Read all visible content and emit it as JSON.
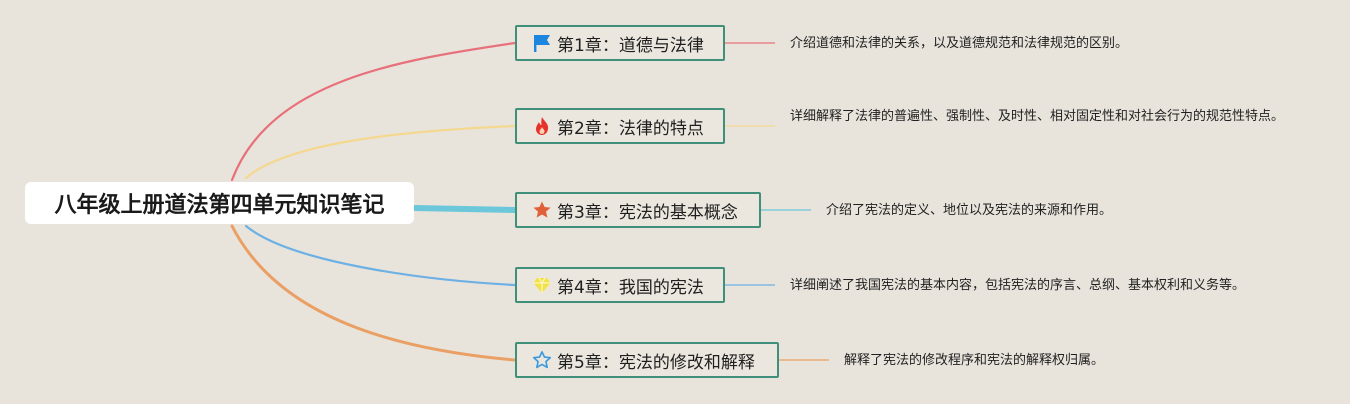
{
  "title": "八年级上册道法第四单元知识笔记",
  "chapters": [
    {
      "label": "第1章：道德与法律",
      "description": "介绍道德和法律的关系，以及道德规范和法律规范的区别。",
      "icon": "flag-icon",
      "icon_color": "#1f86e0",
      "branch_color": "#e8707a"
    },
    {
      "label": "第2章：法律的特点",
      "description": "详细解释了法律的普遍性、强制性、及时性、相对固定性和对社会行为的规范性特点。",
      "icon": "fire-icon",
      "icon_color": "#e8302a",
      "branch_color": "#f5d890"
    },
    {
      "label": "第3章：宪法的基本概念",
      "description": "介绍了宪法的定义、地位以及宪法的来源和作用。",
      "icon": "star-filled-icon",
      "icon_color": "#e0603a",
      "branch_color": "#6cc7da"
    },
    {
      "label": "第4章：我国的宪法",
      "description": "详细阐述了我国宪法的基本内容，包括宪法的序言、总纲、基本权利和义务等。",
      "icon": "diamond-icon",
      "icon_color": "#f2e24a",
      "branch_color": "#6cb0e4"
    },
    {
      "label": "第5章：宪法的修改和解释",
      "description": "解释了宪法的修改程序和宪法的解释权归属。",
      "icon": "star-outline-icon",
      "icon_color": "#3a9ae0",
      "branch_color": "#eaa064"
    }
  ]
}
